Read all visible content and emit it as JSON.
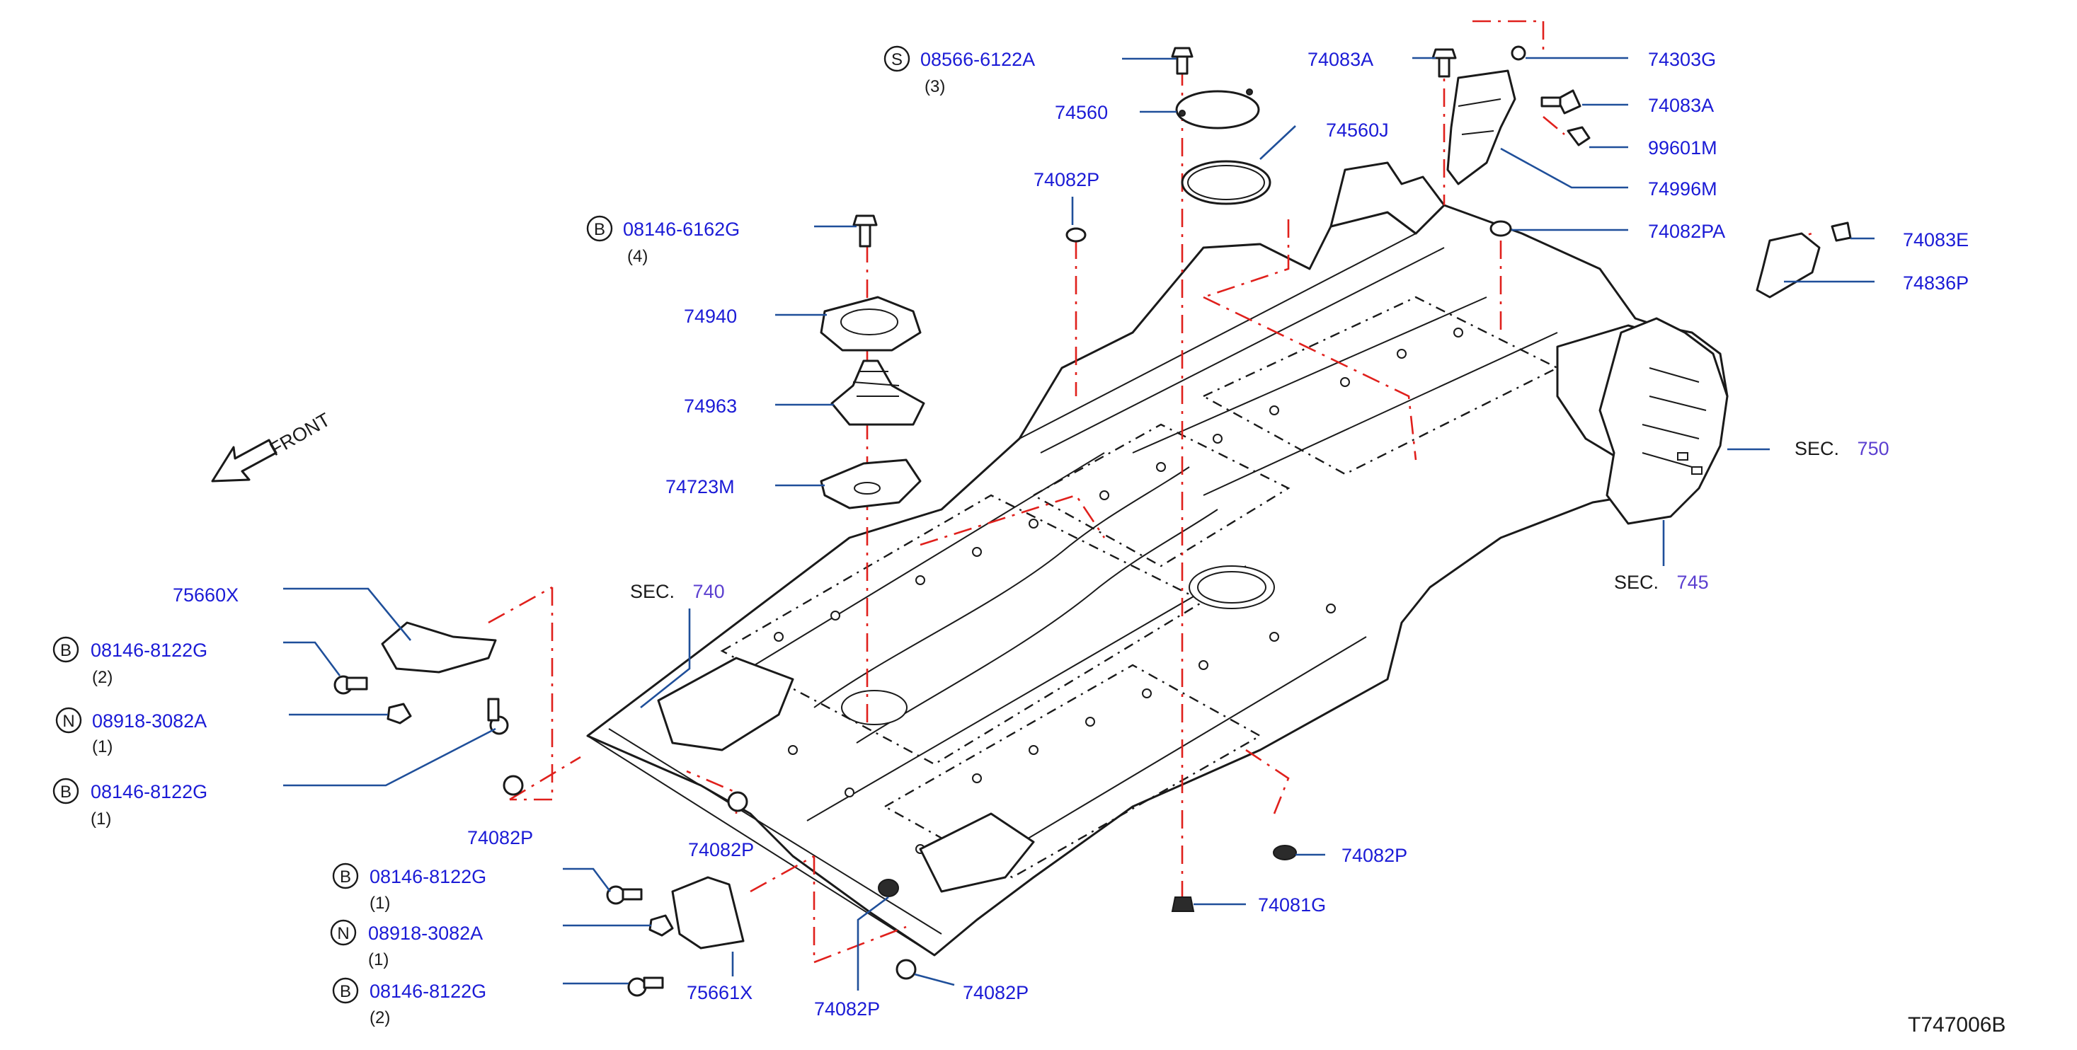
{
  "colors": {
    "label": "#1b1bd6",
    "sec_number": "#5b3fd0",
    "leader": "#1f4f9a",
    "phantom": "#e0201c",
    "outline": "#1a1a1a"
  },
  "front_indicator": {
    "text": "FRONT",
    "icon": "arrow-left-down-icon"
  },
  "sections": [
    {
      "prefix": "SEC.",
      "number": "740"
    },
    {
      "prefix": "SEC.",
      "number": "745"
    },
    {
      "prefix": "SEC.",
      "number": "750"
    }
  ],
  "callouts": [
    {
      "prefix": "S",
      "part": "08566-6122A",
      "qty": "(3)"
    },
    {
      "prefix": "",
      "part": "74560",
      "qty": ""
    },
    {
      "prefix": "",
      "part": "74560J",
      "qty": ""
    },
    {
      "prefix": "",
      "part": "74082P",
      "qty": ""
    },
    {
      "prefix": "B",
      "part": "08146-6162G",
      "qty": "(4)"
    },
    {
      "prefix": "",
      "part": "74940",
      "qty": ""
    },
    {
      "prefix": "",
      "part": "74963",
      "qty": ""
    },
    {
      "prefix": "",
      "part": "74723M",
      "qty": ""
    },
    {
      "prefix": "",
      "part": "74083A",
      "qty": ""
    },
    {
      "prefix": "",
      "part": "74303G",
      "qty": ""
    },
    {
      "prefix": "",
      "part": "74083A",
      "qty": ""
    },
    {
      "prefix": "",
      "part": "99601M",
      "qty": ""
    },
    {
      "prefix": "",
      "part": "74996M",
      "qty": ""
    },
    {
      "prefix": "",
      "part": "74082PA",
      "qty": ""
    },
    {
      "prefix": "",
      "part": "74083E",
      "qty": ""
    },
    {
      "prefix": "",
      "part": "74836P",
      "qty": ""
    },
    {
      "prefix": "",
      "part": "75660X",
      "qty": ""
    },
    {
      "prefix": "B",
      "part": "08146-8122G",
      "qty": "(2)"
    },
    {
      "prefix": "N",
      "part": "08918-3082A",
      "qty": "(1)"
    },
    {
      "prefix": "B",
      "part": "08146-8122G",
      "qty": "(1)"
    },
    {
      "prefix": "",
      "part": "74082P",
      "qty": ""
    },
    {
      "prefix": "",
      "part": "74082P",
      "qty": ""
    },
    {
      "prefix": "B",
      "part": "08146-8122G",
      "qty": "(1)"
    },
    {
      "prefix": "N",
      "part": "08918-3082A",
      "qty": "(1)"
    },
    {
      "prefix": "B",
      "part": "08146-8122G",
      "qty": "(2)"
    },
    {
      "prefix": "",
      "part": "75661X",
      "qty": ""
    },
    {
      "prefix": "",
      "part": "74082P",
      "qty": ""
    },
    {
      "prefix": "",
      "part": "74082P",
      "qty": ""
    },
    {
      "prefix": "",
      "part": "74082P",
      "qty": ""
    },
    {
      "prefix": "",
      "part": "74081G",
      "qty": ""
    }
  ],
  "diagram_code": "T747006B"
}
